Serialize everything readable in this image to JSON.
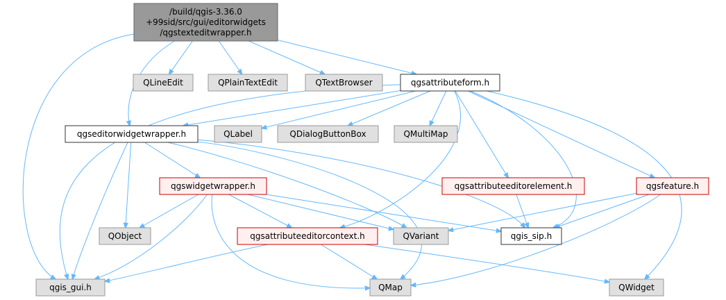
{
  "diagram": {
    "colors": {
      "edge": "#63b8ff",
      "root_fill": "#999999",
      "root_border": "#666666",
      "plain_fill": "#ffffff",
      "plain_border": "#333333",
      "external_fill": "#e0e0e0",
      "external_border": "#999999",
      "incomplete_fill": "#fff0f0",
      "incomplete_border": "#cc0000",
      "text": "#000000"
    },
    "nodes": [
      {
        "id": "root",
        "kind": "root",
        "lines": [
          "/build/qgis-3.36.0",
          "+99sid/src/gui/editorwidgets",
          "/qgstexteditwrapper.h"
        ]
      },
      {
        "id": "qlineedit",
        "kind": "external",
        "lines": [
          "QLineEdit"
        ]
      },
      {
        "id": "qplaintextedit",
        "kind": "external",
        "lines": [
          "QPlainTextEdit"
        ]
      },
      {
        "id": "qtextbrowser",
        "kind": "external",
        "lines": [
          "QTextBrowser"
        ]
      },
      {
        "id": "qgsattributeform",
        "kind": "plain",
        "lines": [
          "qgsattributeform.h"
        ]
      },
      {
        "id": "qgseditorwidgetwrapper",
        "kind": "plain",
        "lines": [
          "qgseditorwidgetwrapper.h"
        ]
      },
      {
        "id": "qlabel",
        "kind": "external",
        "lines": [
          "QLabel"
        ]
      },
      {
        "id": "qdialogbuttonbox",
        "kind": "external",
        "lines": [
          "QDialogButtonBox"
        ]
      },
      {
        "id": "qmultimap",
        "kind": "external",
        "lines": [
          "QMultiMap"
        ]
      },
      {
        "id": "qgswidgetwrapper",
        "kind": "incomplete",
        "lines": [
          "qgswidgetwrapper.h"
        ]
      },
      {
        "id": "qgsattributeeditorelement",
        "kind": "incomplete",
        "lines": [
          "qgsattributeeditorelement.h"
        ]
      },
      {
        "id": "qgsfeature",
        "kind": "incomplete",
        "lines": [
          "qgsfeature.h"
        ]
      },
      {
        "id": "qobject",
        "kind": "external",
        "lines": [
          "QObject"
        ]
      },
      {
        "id": "qgsattributeeditorcontext",
        "kind": "incomplete",
        "lines": [
          "qgsattributeeditorcontext.h"
        ]
      },
      {
        "id": "qvariant",
        "kind": "external",
        "lines": [
          "QVariant"
        ]
      },
      {
        "id": "qgis_sip",
        "kind": "plain",
        "lines": [
          "qgis_sip.h"
        ]
      },
      {
        "id": "qgis_gui",
        "kind": "external",
        "lines": [
          "qgis_gui.h"
        ]
      },
      {
        "id": "qmap",
        "kind": "external",
        "lines": [
          "QMap"
        ]
      },
      {
        "id": "qwidget",
        "kind": "external",
        "lines": [
          "QWidget"
        ]
      }
    ],
    "edges": [
      {
        "from": "root",
        "to": "qlineedit"
      },
      {
        "from": "root",
        "to": "qplaintextedit"
      },
      {
        "from": "root",
        "to": "qtextbrowser"
      },
      {
        "from": "root",
        "to": "qgsattributeform"
      },
      {
        "from": "root",
        "to": "qgseditorwidgetwrapper"
      },
      {
        "from": "root",
        "to": "qgis_gui"
      },
      {
        "from": "qgsattributeform",
        "to": "qgseditorwidgetwrapper"
      },
      {
        "from": "qgsattributeform",
        "to": "qlabel"
      },
      {
        "from": "qgsattributeform",
        "to": "qdialogbuttonbox"
      },
      {
        "from": "qgsattributeform",
        "to": "qmultimap"
      },
      {
        "from": "qgsattributeform",
        "to": "qgsattributeeditorelement"
      },
      {
        "from": "qgsattributeform",
        "to": "qgsfeature"
      },
      {
        "from": "qgsattributeform",
        "to": "qgsattributeeditorcontext"
      },
      {
        "from": "qgsattributeform",
        "to": "qgis_sip"
      },
      {
        "from": "qgsattributeform",
        "to": "qwidget"
      },
      {
        "from": "qgsattributeform",
        "to": "qgis_gui"
      },
      {
        "from": "qgseditorwidgetwrapper",
        "to": "qgswidgetwrapper"
      },
      {
        "from": "qgseditorwidgetwrapper",
        "to": "qobject"
      },
      {
        "from": "qgseditorwidgetwrapper",
        "to": "qvariant"
      },
      {
        "from": "qgseditorwidgetwrapper",
        "to": "qgis_sip"
      },
      {
        "from": "qgseditorwidgetwrapper",
        "to": "qmap"
      },
      {
        "from": "qgseditorwidgetwrapper",
        "to": "qgis_gui"
      },
      {
        "from": "qgswidgetwrapper",
        "to": "qobject"
      },
      {
        "from": "qgswidgetwrapper",
        "to": "qgsattributeeditorcontext"
      },
      {
        "from": "qgswidgetwrapper",
        "to": "qvariant"
      },
      {
        "from": "qgswidgetwrapper",
        "to": "qgis_sip"
      },
      {
        "from": "qgswidgetwrapper",
        "to": "qmap"
      },
      {
        "from": "qgswidgetwrapper",
        "to": "qgis_gui"
      },
      {
        "from": "qgsattributeeditorelement",
        "to": "qgis_sip"
      },
      {
        "from": "qgsfeature",
        "to": "qvariant"
      },
      {
        "from": "qgsfeature",
        "to": "qgis_sip"
      },
      {
        "from": "qgsfeature",
        "to": "qmap"
      },
      {
        "from": "qgsattributeeditorcontext",
        "to": "qgis_gui"
      },
      {
        "from": "qgsattributeeditorcontext",
        "to": "qmap"
      },
      {
        "from": "qgsattributeeditorcontext",
        "to": "qwidget"
      }
    ]
  }
}
